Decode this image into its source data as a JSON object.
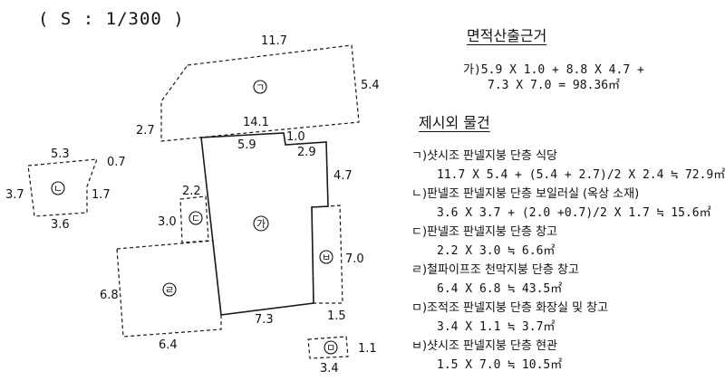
{
  "scale_label": "( S : 1/300 )",
  "area_basis": {
    "heading": "면적산출근거",
    "line1": "가)5.9 X 1.0 + 8.8 X 4.7 +",
    "line2": "7.3 X 7.0 = 98.36㎡"
  },
  "extra_items": {
    "heading": "제시외 물건",
    "items": [
      {
        "title": "ㄱ)샷시조 판넬지붕 단층 식당",
        "calc": "11.7 X 5.4 + (5.4 + 2.7)/2 X 2.4 ≒ 72.9㎡"
      },
      {
        "title": "ㄴ)판넬조 판넬지붕 단층 보일러실 (옥상 소재)",
        "calc": "3.6 X 3.7 + (2.0 +0.7)/2 X 1.7 ≒ 15.6㎡"
      },
      {
        "title": "ㄷ)판넬조 판넬지붕 단층 창고",
        "calc": "2.2 X 3.0 ≒ 6.6㎡"
      },
      {
        "title": "ㄹ)철파이프조 천막지붕 단층 창고",
        "calc": "6.4 X 6.8 ≒ 43.5㎡"
      },
      {
        "title": "ㅁ)조적조 판넬지붕 단층 화장실 및 창고",
        "calc": "3.4 X 1.1 ≒ 3.7㎡"
      },
      {
        "title": "ㅂ)샷시조 판넬지붕 단층 현관",
        "calc": "1.5 X 7.0 ≒ 10.5㎡"
      }
    ]
  },
  "plan": {
    "tags": {
      "ga": "가",
      "giyeok": "ㄱ",
      "nieun": "ㄴ",
      "digeut": "ㄷ",
      "rieul": "ㄹ",
      "mieum": "ㅁ",
      "bieup": "ㅂ"
    },
    "dims": {
      "d_11_7": "11.7",
      "d_5_4": "5.4",
      "d_2_7": "2.7",
      "d_14_1": "14.1",
      "d_5_9": "5.9",
      "d_1_0": "1.0",
      "d_2_9": "2.9",
      "d_4_7": "4.7",
      "d_5_3": "5.3",
      "d_0_7": "0.7",
      "d_3_7": "3.7",
      "d_1_7": "1.7",
      "d_3_6": "3.6",
      "d_2_2": "2.2",
      "d_3_0": "3.0",
      "d_7_0": "7.0",
      "d_6_8": "6.8",
      "d_7_3": "7.3",
      "d_1_5": "1.5",
      "d_6_4": "6.4",
      "d_1_1": "1.1",
      "d_3_4": "3.4"
    }
  }
}
